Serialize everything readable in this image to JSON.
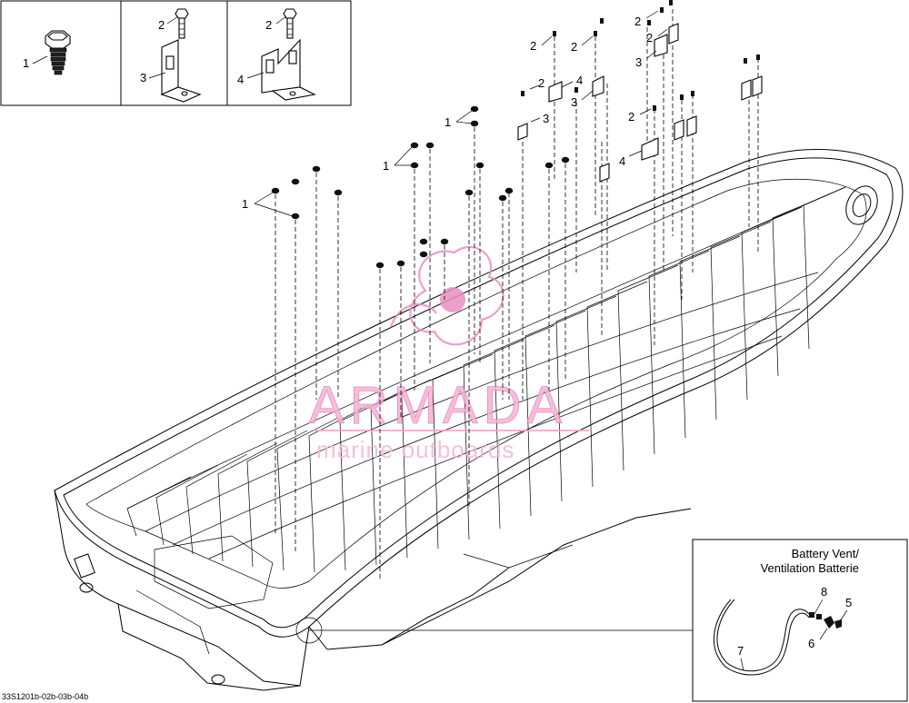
{
  "diagram": {
    "figure_code": "33S1201b-02b-03b-04b",
    "inset_title_line1": "Battery Vent/",
    "inset_title_line2": "Ventilation Batterie",
    "watermark_name": "ARMADA",
    "watermark_sub": "marine outboards",
    "callouts": {
      "inset_plug": "1",
      "inset_bracket_screw": "2",
      "inset_bracket": "3",
      "inset_double_bracket_screw": "2",
      "inset_double_bracket": "4",
      "plugs_left_group": "1",
      "plugs_mid_group": "1",
      "plugs_upper_group": "1",
      "bracket_a_screw": "2",
      "bracket_a": "3",
      "bracket_b_screw": "2",
      "bracket_b": "4",
      "bracket_c_screw": "2",
      "bracket_c": "3",
      "bracket_d_screw_1": "2",
      "bracket_d_screw_2": "2",
      "bracket_d": "3",
      "bracket_e_screw": "2",
      "bracket_e": "4",
      "vent_hose": "7",
      "vent_part_8": "8",
      "vent_part_5": "5",
      "vent_part_6": "6"
    }
  }
}
